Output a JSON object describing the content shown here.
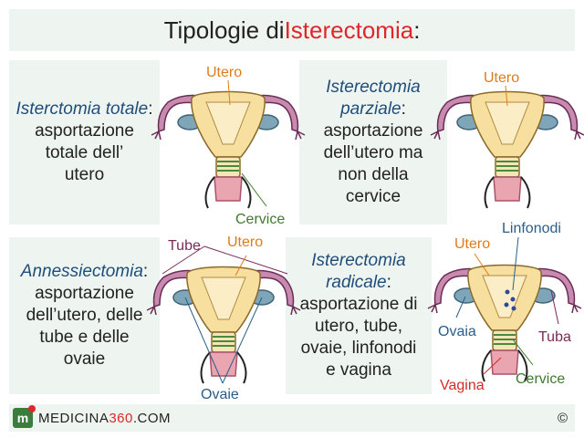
{
  "title": {
    "prefix": "Tipologie di ",
    "accent": "Isterectomia",
    "suffix": ":"
  },
  "panels": [
    {
      "heading": "Isterctomia totale",
      "colon": ":",
      "description": "asportazione\ntotale dell’\nutero"
    },
    {
      "heading": "Isterectomia parziale",
      "colon": ":",
      "description": "asportazione\ndell’utero ma\nnon della\ncervice"
    },
    {
      "heading": "Annessiectomia",
      "colon": ":",
      "description": "asportazione\ndell’utero, delle\ntube e delle\novaie"
    },
    {
      "heading": "Isterectomia radicale",
      "colon": ":",
      "description": "asportazione di\nutero, tube,\novaie, linfonodi\ne vagina"
    }
  ],
  "labels": {
    "utero": "Utero",
    "cervice": "Cervice",
    "tube": "Tube",
    "ovaie": "Ovaie",
    "linfonodi": "Linfonodi",
    "ovaia": "Ovaia",
    "tuba": "Tuba",
    "vagina": "Vagina"
  },
  "colors": {
    "title_accent": "#e0262b",
    "panel_bg": "#eef5f1",
    "heading_blue": "#1f4d7a",
    "label_orange": "#e07b1a",
    "label_green": "#3f7a2e",
    "label_purple": "#7a2a5a",
    "label_red": "#d52a2a",
    "label_blue": "#2a5d8a",
    "uterus_fill": "#f7dfa0",
    "tube_fill": "#c98ab0",
    "ovary_fill": "#7fa6b8",
    "cervix_fill": "#eaa6b0"
  },
  "footer": {
    "brand_text": "MEDICINA",
    "brand_num": "360",
    "brand_suffix": ".COM",
    "copyright": "©",
    "logo_letter": "m"
  }
}
